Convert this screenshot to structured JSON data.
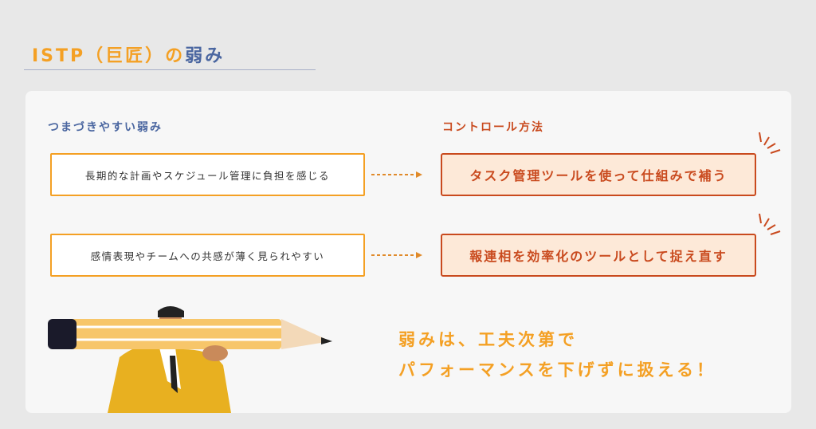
{
  "title": {
    "main": "ISTP（巨匠）の",
    "accent": "弱み"
  },
  "left_heading": "つまづきやすい弱み",
  "right_heading": "コントロール方法",
  "rows": [
    {
      "weakness": "長期的な計画やスケジュール管理に負担を感じる",
      "control": "タスク管理ツールを使って仕組みで補う"
    },
    {
      "weakness": "感情表現やチームへの共感が薄く見られやすい",
      "control": "報連相を効率化のツールとして捉え直す"
    }
  ],
  "message": {
    "line1": "弱みは、工夫次第で",
    "line2": "パフォーマンスを下げずに扱える！"
  },
  "colors": {
    "orange": "#f4a024",
    "blue": "#4a66a0",
    "red": "#c94a1e"
  }
}
